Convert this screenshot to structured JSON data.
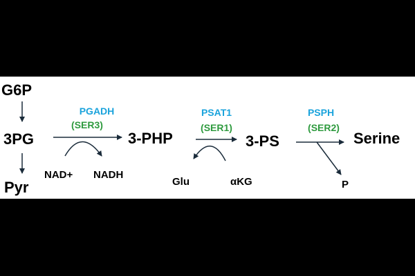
{
  "colors": {
    "background": "#000000",
    "panel": "#ffffff",
    "metabolite": "#000000",
    "enzyme": "#1aa3dc",
    "gene": "#2e9a3e",
    "arrow": "#1a2b3a"
  },
  "metabolites": {
    "g6p": "G6P",
    "p3g": "3PG",
    "pyr": "Pyr",
    "php": "3-PHP",
    "ps": "3-PS",
    "serine": "Serine"
  },
  "enzymes": {
    "pgadh": {
      "name": "PGADH",
      "gene": "(SER3)"
    },
    "psat1": {
      "name": "PSAT1",
      "gene": "(SER1)"
    },
    "psph": {
      "name": "PSPH",
      "gene": "(SER2)"
    }
  },
  "cofactors": {
    "nad": "NAD+",
    "nadh": "NADH",
    "glu": "Glu",
    "akg": "αKG",
    "p": "P"
  }
}
